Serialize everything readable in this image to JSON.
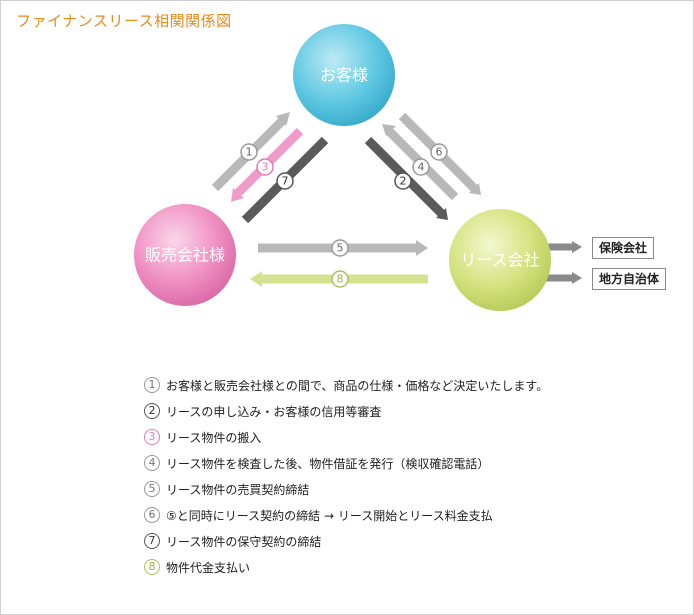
{
  "title": "ファイナンスリース相関関係図",
  "nodes": {
    "customer": "お客様",
    "dealer": "販売会社様",
    "lease": "リース会社"
  },
  "boxes": {
    "insurance": "保険会社",
    "local_gov": "地方自治体"
  },
  "markers": {
    "m1": "1",
    "m2": "2",
    "m3": "3",
    "m4": "4",
    "m5": "5",
    "m6": "6",
    "m7": "7",
    "m8": "8"
  },
  "legend": [
    {
      "num": "1",
      "text": "お客様と販売会社様との間で、商品の仕様・価格など決定いたします。",
      "color": "#9a9a9a"
    },
    {
      "num": "2",
      "text": "リースの申し込み・お客様の信用等審査",
      "color": "#555555"
    },
    {
      "num": "3",
      "text": "リース物件の搬入",
      "color": "#e57ab3"
    },
    {
      "num": "4",
      "text": "リース物件を検査した後、物件借証を発行（検収確認電話）",
      "color": "#9a9a9a"
    },
    {
      "num": "5",
      "text": "リース物件の売買契約締結",
      "color": "#9a9a9a"
    },
    {
      "num": "6",
      "text": "⑤と同時にリース契約の締結 → リース開始とリース料金支払",
      "color": "#9a9a9a"
    },
    {
      "num": "7",
      "text": "リース物件の保守契約の締結",
      "color": "#555555"
    },
    {
      "num": "8",
      "text": "物件代金支払い",
      "color": "#a9c25a"
    }
  ],
  "colors": {
    "title": "#f08a1c",
    "customer": "#5cc6e0",
    "dealer": "#ee8cc0",
    "lease": "#cfe07a",
    "arrow_light": "#b5b5b5",
    "arrow_dark": "#5a5a5a",
    "arrow_pink": "#ee8cc0",
    "arrow_green": "#cfe08a"
  }
}
